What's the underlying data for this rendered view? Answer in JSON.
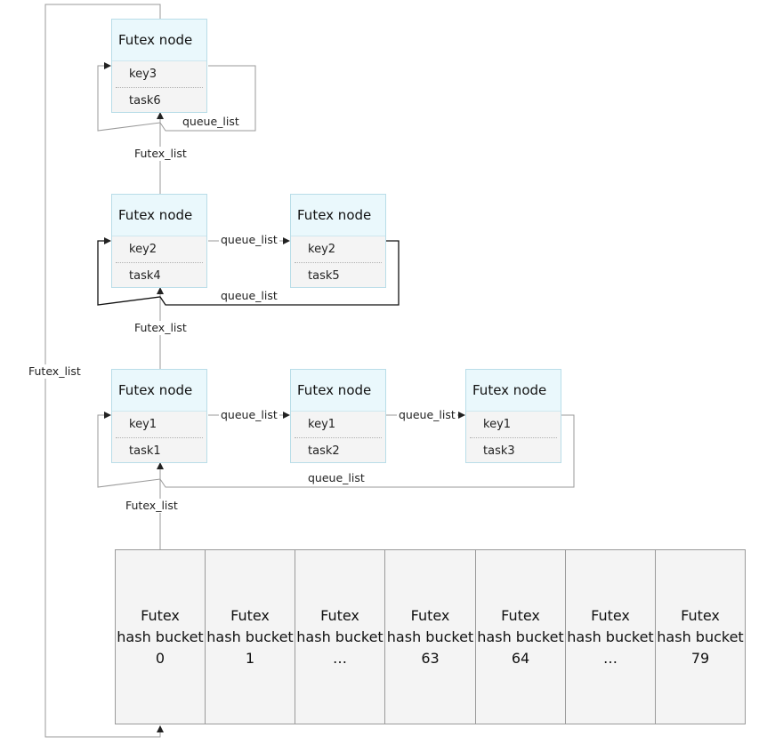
{
  "nodes": [
    {
      "header": "Futex node",
      "key": "key3",
      "task": "task6"
    },
    {
      "header": "Futex node",
      "key": "key2",
      "task": "task4"
    },
    {
      "header": "Futex node",
      "key": "key2",
      "task": "task5"
    },
    {
      "header": "Futex node",
      "key": "key1",
      "task": "task1"
    },
    {
      "header": "Futex node",
      "key": "key1",
      "task": "task2"
    },
    {
      "header": "Futex node",
      "key": "key1",
      "task": "task3"
    }
  ],
  "buckets": [
    {
      "line1": "Futex",
      "line2": "hash bucket",
      "line3": "0"
    },
    {
      "line1": "Futex",
      "line2": "hash bucket",
      "line3": "1"
    },
    {
      "line1": "Futex",
      "line2": "hash bucket",
      "line3": "…"
    },
    {
      "line1": "Futex",
      "line2": "hash bucket",
      "line3": "63"
    },
    {
      "line1": "Futex",
      "line2": "hash bucket",
      "line3": "64"
    },
    {
      "line1": "Futex",
      "line2": "hash bucket",
      "line3": "…"
    },
    {
      "line1": "Futex",
      "line2": "hash bucket",
      "line3": "79"
    }
  ],
  "labels": {
    "futex_list": "Futex_list",
    "queue_list": "queue_list"
  }
}
